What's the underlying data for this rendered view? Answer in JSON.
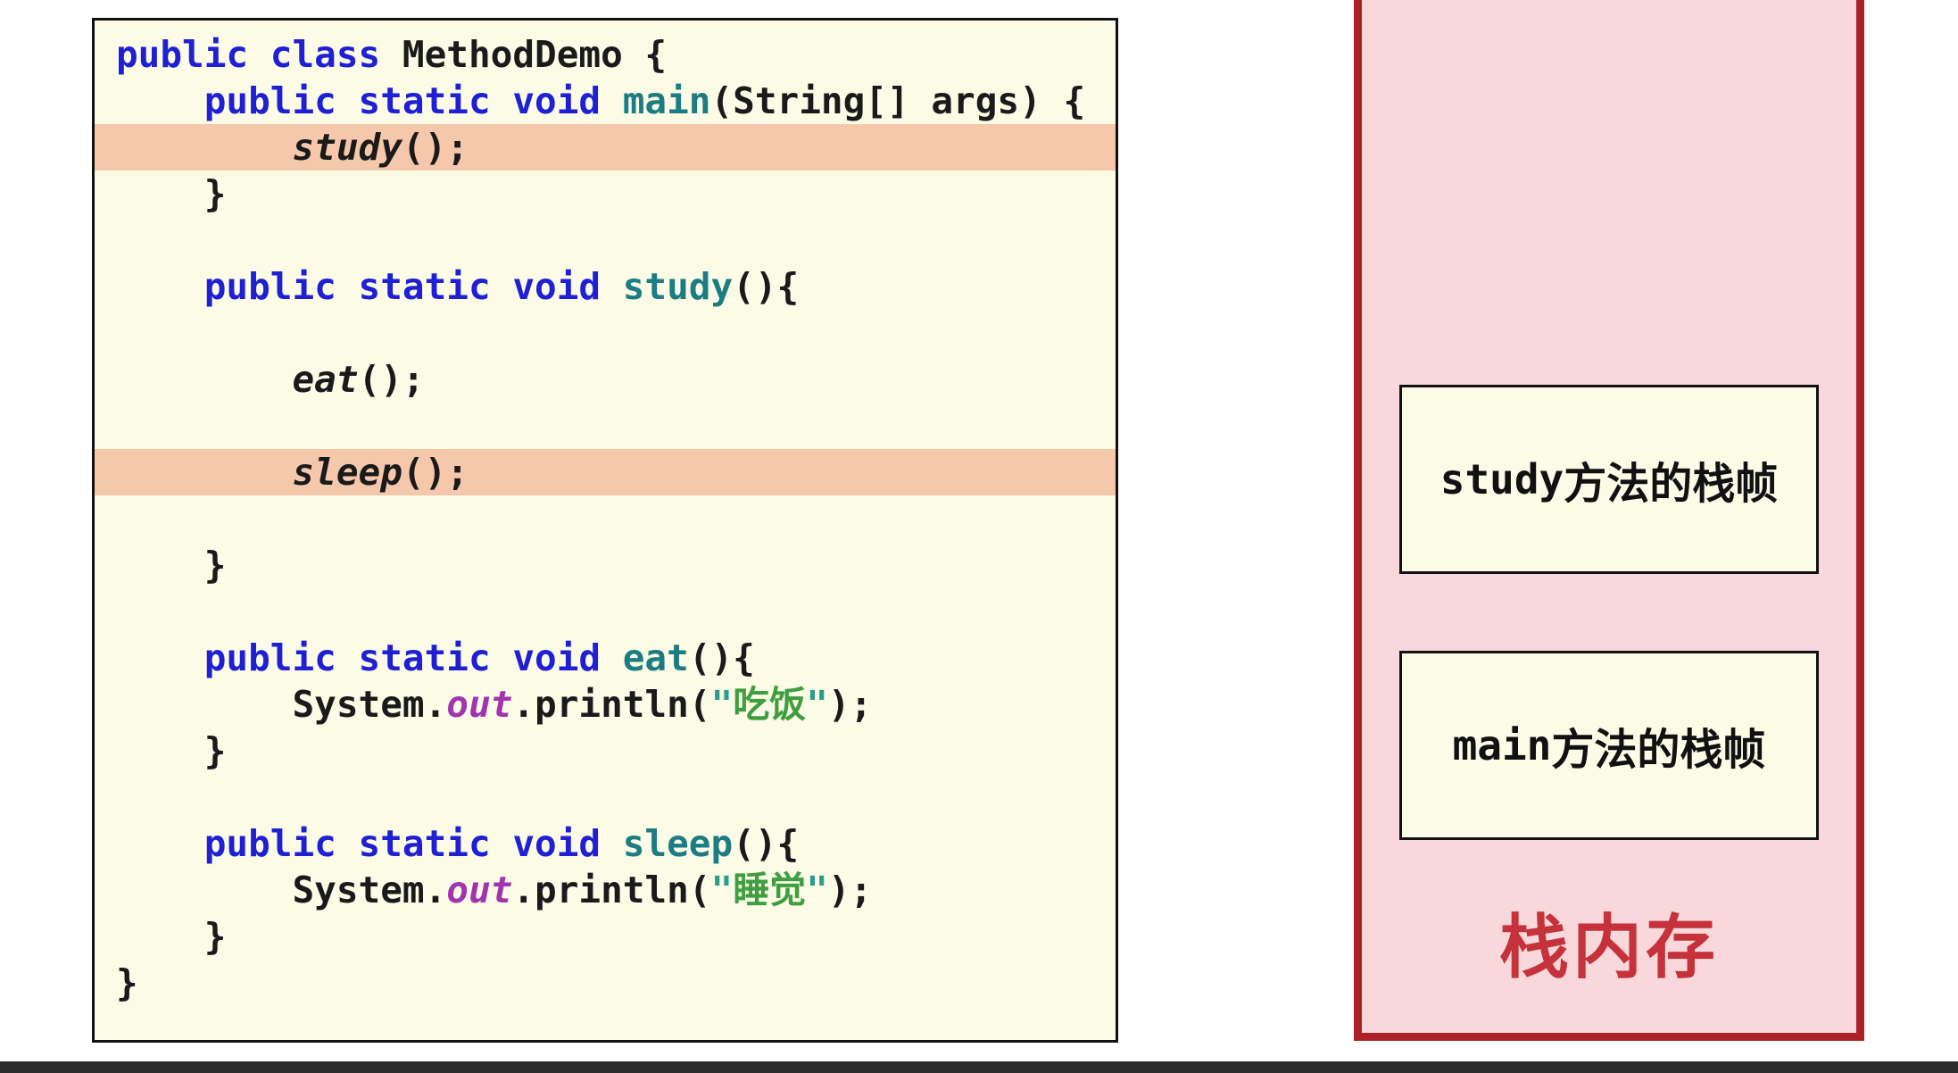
{
  "code_panel": {
    "language": "java",
    "lines": [
      {
        "hl": false,
        "tokens": [
          {
            "t": "kw",
            "s": "public class "
          },
          {
            "t": "p",
            "s": "MethodDemo {"
          }
        ]
      },
      {
        "hl": false,
        "tokens": [
          {
            "t": "p",
            "s": "    "
          },
          {
            "t": "kw",
            "s": "public static void "
          },
          {
            "t": "m",
            "s": "main"
          },
          {
            "t": "p",
            "s": "(String[] args) {"
          }
        ]
      },
      {
        "hl": true,
        "tokens": [
          {
            "t": "p",
            "s": "        "
          },
          {
            "t": "call",
            "s": "study"
          },
          {
            "t": "p",
            "s": "();"
          }
        ]
      },
      {
        "hl": false,
        "tokens": [
          {
            "t": "p",
            "s": "    }"
          }
        ]
      },
      {
        "hl": false,
        "tokens": []
      },
      {
        "hl": false,
        "tokens": [
          {
            "t": "p",
            "s": "    "
          },
          {
            "t": "kw",
            "s": "public static void "
          },
          {
            "t": "m",
            "s": "study"
          },
          {
            "t": "p",
            "s": "(){"
          }
        ]
      },
      {
        "hl": false,
        "tokens": []
      },
      {
        "hl": false,
        "tokens": [
          {
            "t": "p",
            "s": "        "
          },
          {
            "t": "call",
            "s": "eat"
          },
          {
            "t": "p",
            "s": "();"
          }
        ]
      },
      {
        "hl": false,
        "tokens": []
      },
      {
        "hl": true,
        "tokens": [
          {
            "t": "p",
            "s": "        "
          },
          {
            "t": "call",
            "s": "sleep"
          },
          {
            "t": "p",
            "s": "();"
          }
        ]
      },
      {
        "hl": false,
        "tokens": []
      },
      {
        "hl": false,
        "tokens": [
          {
            "t": "p",
            "s": "    }"
          }
        ]
      },
      {
        "hl": false,
        "tokens": []
      },
      {
        "hl": false,
        "tokens": [
          {
            "t": "p",
            "s": "    "
          },
          {
            "t": "kw",
            "s": "public static void "
          },
          {
            "t": "m",
            "s": "eat"
          },
          {
            "t": "p",
            "s": "(){"
          }
        ]
      },
      {
        "hl": false,
        "tokens": [
          {
            "t": "p",
            "s": "        System."
          },
          {
            "t": "field",
            "s": "out"
          },
          {
            "t": "p",
            "s": ".println("
          },
          {
            "t": "sq",
            "s": "\""
          },
          {
            "t": "sc",
            "s": "吃饭"
          },
          {
            "t": "sq",
            "s": "\""
          },
          {
            "t": "p",
            "s": ");"
          }
        ]
      },
      {
        "hl": false,
        "tokens": [
          {
            "t": "p",
            "s": "    }"
          }
        ]
      },
      {
        "hl": false,
        "tokens": []
      },
      {
        "hl": false,
        "tokens": [
          {
            "t": "p",
            "s": "    "
          },
          {
            "t": "kw",
            "s": "public static void "
          },
          {
            "t": "m",
            "s": "sleep"
          },
          {
            "t": "p",
            "s": "(){"
          }
        ]
      },
      {
        "hl": false,
        "tokens": [
          {
            "t": "p",
            "s": "        System."
          },
          {
            "t": "field",
            "s": "out"
          },
          {
            "t": "p",
            "s": ".println("
          },
          {
            "t": "sq",
            "s": "\""
          },
          {
            "t": "sc",
            "s": "睡觉"
          },
          {
            "t": "sq",
            "s": "\""
          },
          {
            "t": "p",
            "s": ");"
          }
        ]
      },
      {
        "hl": false,
        "tokens": [
          {
            "t": "p",
            "s": "    }"
          }
        ]
      },
      {
        "hl": false,
        "tokens": [
          {
            "t": "p",
            "s": "}"
          }
        ]
      }
    ]
  },
  "memory_panel": {
    "label": "栈内存",
    "frames": [
      {
        "method": "study",
        "suffix": "方法的栈帧"
      },
      {
        "method": "main",
        "suffix": "方法的栈帧"
      }
    ]
  },
  "colors": {
    "code_background": "#fbfbe6",
    "code_highlight": "#f5c8ab",
    "keyword_blue": "#1f1fd4",
    "method_teal": "#1b7c84",
    "field_purple": "#a135b0",
    "string_green": "#3f9e3f",
    "memory_background": "#f8d8da",
    "memory_border": "#ad2028",
    "memory_label_red": "#c5323c"
  }
}
